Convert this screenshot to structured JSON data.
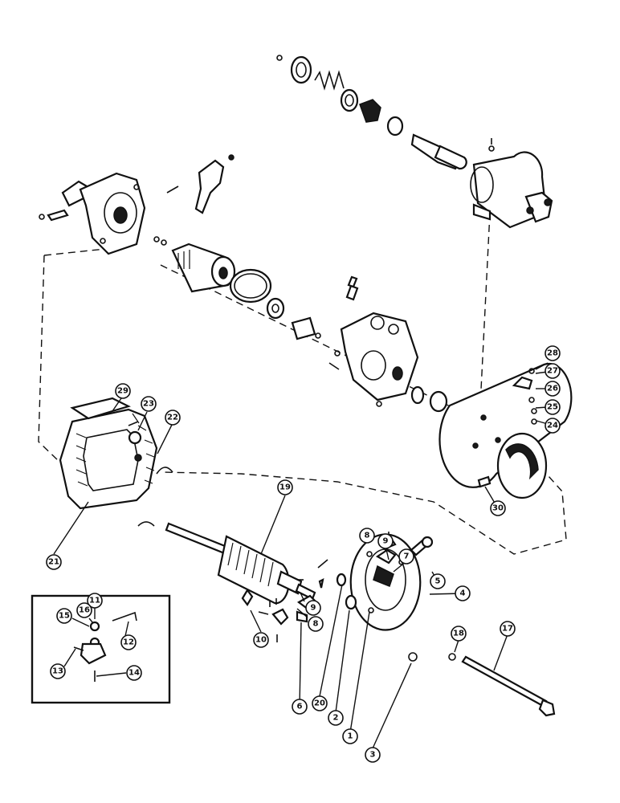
{
  "callouts": [
    {
      "id": "1",
      "label": "1"
    },
    {
      "id": "2",
      "label": "2"
    },
    {
      "id": "3",
      "label": "3"
    },
    {
      "id": "4",
      "label": "4"
    },
    {
      "id": "5",
      "label": "5"
    },
    {
      "id": "6",
      "label": "6"
    },
    {
      "id": "7",
      "label": "7"
    },
    {
      "id": "8a",
      "label": "8"
    },
    {
      "id": "8b",
      "label": "8"
    },
    {
      "id": "9a",
      "label": "9"
    },
    {
      "id": "9b",
      "label": "9"
    },
    {
      "id": "10",
      "label": "10"
    },
    {
      "id": "11",
      "label": "11"
    },
    {
      "id": "12",
      "label": "12"
    },
    {
      "id": "13",
      "label": "13"
    },
    {
      "id": "14",
      "label": "14"
    },
    {
      "id": "15",
      "label": "15"
    },
    {
      "id": "16",
      "label": "16"
    },
    {
      "id": "17",
      "label": "17"
    },
    {
      "id": "18",
      "label": "18"
    },
    {
      "id": "19",
      "label": "19"
    },
    {
      "id": "20",
      "label": "20"
    },
    {
      "id": "21",
      "label": "21"
    },
    {
      "id": "22",
      "label": "22"
    },
    {
      "id": "23",
      "label": "23"
    },
    {
      "id": "24",
      "label": "24"
    },
    {
      "id": "25",
      "label": "25"
    },
    {
      "id": "26",
      "label": "26"
    },
    {
      "id": "27",
      "label": "27"
    },
    {
      "id": "28",
      "label": "28"
    },
    {
      "id": "29",
      "label": "29"
    },
    {
      "id": "30",
      "label": "30"
    }
  ]
}
